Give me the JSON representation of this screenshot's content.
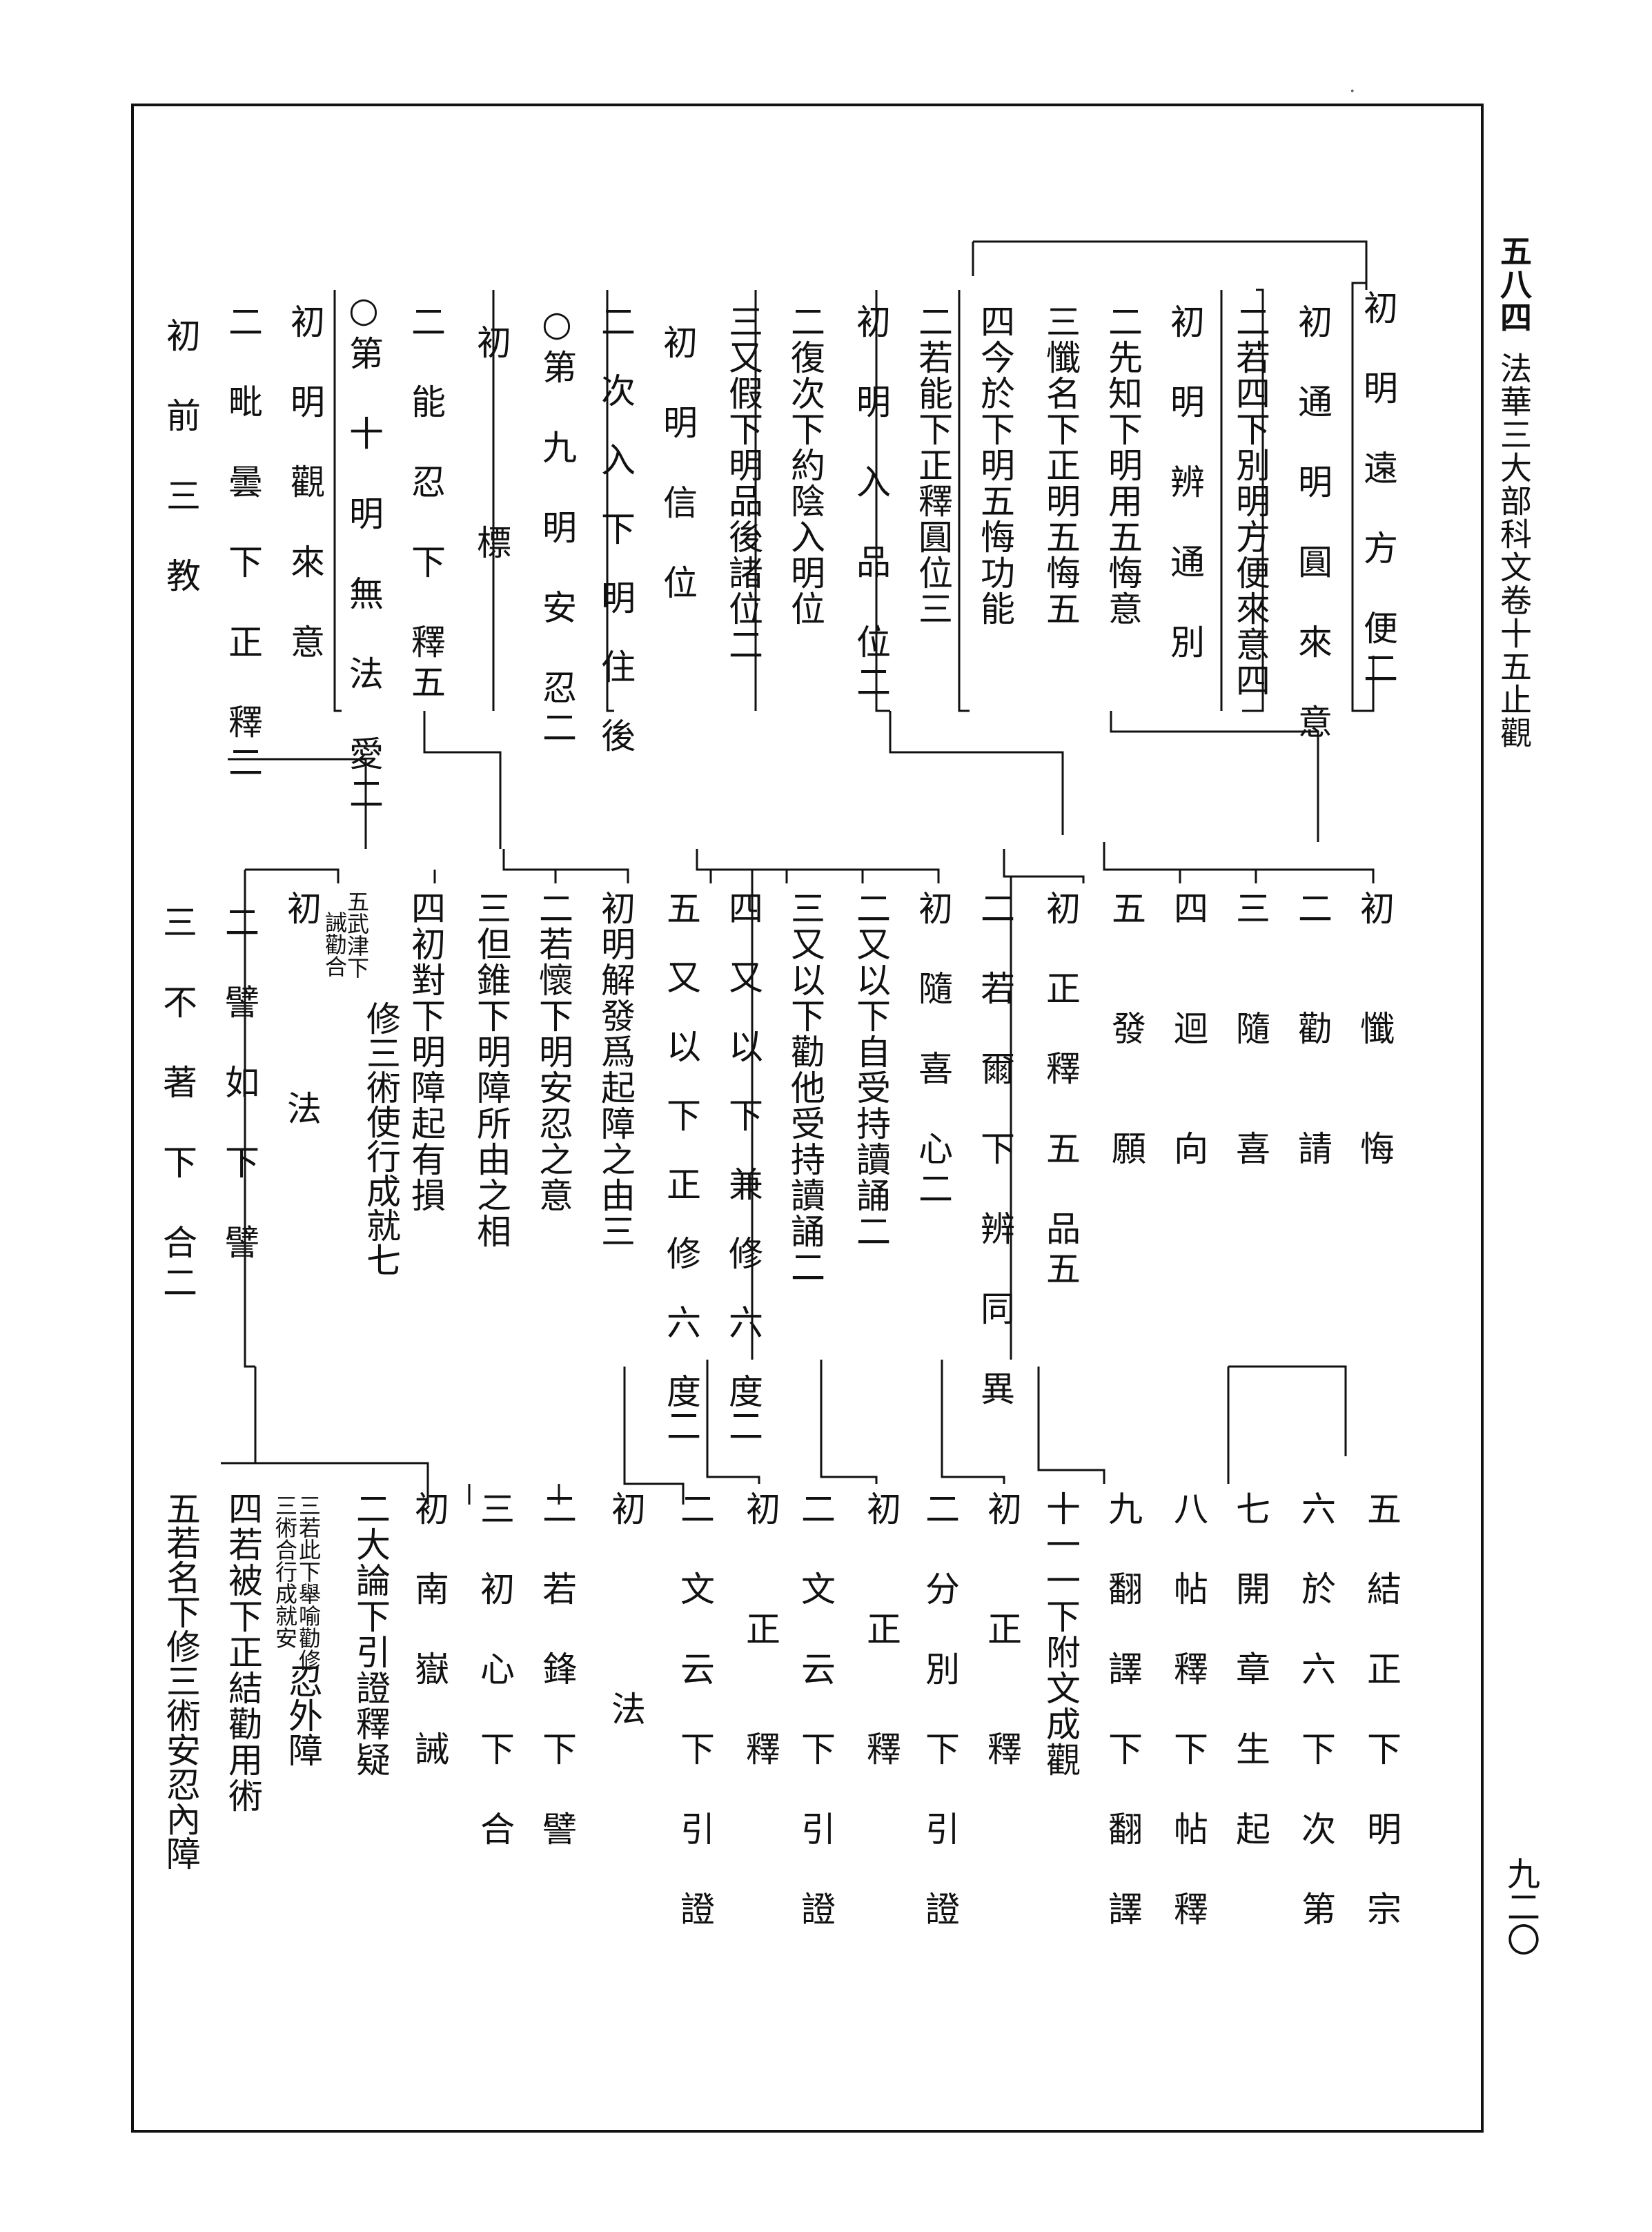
{
  "header": {
    "page_label": "五八四",
    "book_title": "法華三大部科文卷十五止觀"
  },
  "page_number": "九二〇",
  "corner_mark": "·",
  "row1": [
    "初　明　遠　方　便二",
    "初　通　明　圓　來　意",
    "二若四下別明方便來意四",
    "初　明　辨　通　別",
    "二先知下明用五悔意",
    "三懺名下正明五悔五",
    "四今於下明五悔功能",
    "二若能下正釋圓位三",
    "初　明　入　品　位二",
    "二復次下約陰入明位",
    "三又假下明品後諸位二",
    "初　明　信　位",
    "二　次　入　下　明　住　後",
    "○第　九　明　安　忍二",
    "初　　　　標",
    "二　能　忍　下　釋五",
    "○第　十　明　無　法　愛二",
    "初　明　觀　來　意",
    "二　毗　曇　下　正　釋二",
    "初　前　三　教"
  ],
  "row2": [
    "初　　懺　　悔",
    "二　　勸　　請",
    "三　　隨　　喜",
    "四　　迴　　向",
    "五　　發　　願",
    "初　正　釋　五　品五",
    "二　若　爾　下　辨　同　異",
    "初　隨　喜　心二",
    "二又以下自受持讀誦二",
    "三又以下勸他受持讀誦二",
    "四　又　以　下　兼　修　六　度二",
    "五　又　以　下　正　修　六　度二",
    "初明解發爲起障之由三",
    "二若懷下明安忍之意",
    "三但錐下明障所由之相",
    "四初對下明障起有損",
    "五武津下",
    "誡勸合",
    "修三術使行成就七",
    "初　　　　法",
    "二　譬　如　下　譬",
    "三　不　著　下　合二"
  ],
  "row3": [
    "五　結　正　下　明　宗",
    "六　於　六　下　次　第",
    "七　開　章　生　起",
    "八　帖　釋　下　帖　釋",
    "九　翻　譯　下　翻　譯",
    "十一一下附文成觀",
    "初　　正　　釋",
    "二　分　別　下　引　證",
    "初　　正　　釋",
    "二　文　云　下　引　證",
    "初　　正　　釋",
    "二　文　云　下　引　證",
    "初　　　　法",
    "二　若　鋒　下　譬",
    "三　初　心　下　合",
    "初　南　嶽　誡",
    "二大論下引證釋疑",
    "三若此下舉喻勸修",
    "三術合行成就安",
    "忍外障",
    "四若被下正結勸用術",
    "五若名下修三術安忍內障"
  ]
}
